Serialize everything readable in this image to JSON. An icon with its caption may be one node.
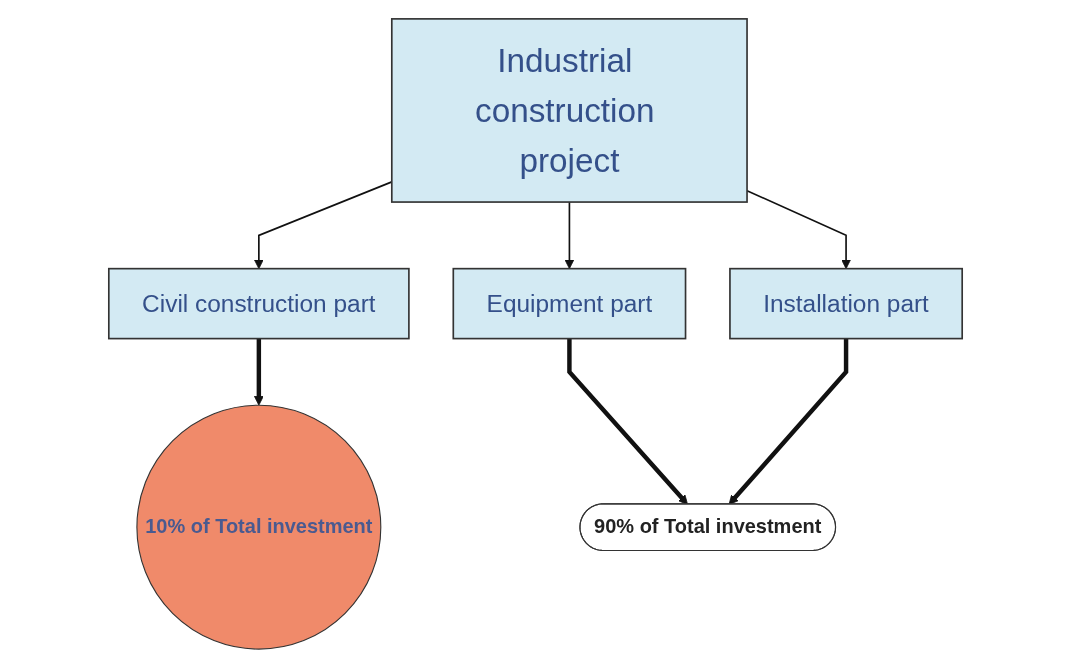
{
  "diagram": {
    "nodes": [
      {
        "text": [
          "Industrial construction project"
        ]
      },
      {
        "text": [
          "Civil construction part"
        ]
      },
      {
        "text": [
          "Equipment part"
        ]
      },
      {
        "text": [
          "Installation part"
        ]
      },
      {
        "text": [
          "10% of Total investment"
        ]
      },
      {
        "text": [
          "90% of Total investment"
        ]
      }
    ],
    "edges": [
      {
        "from": 0,
        "to": 1,
        "arrow": "to"
      },
      {
        "from": 0,
        "to": 2,
        "arrow": "to"
      },
      {
        "from": 0,
        "to": 3,
        "arrow": "to"
      },
      {
        "from": 1,
        "to": 4,
        "arrow": "to",
        "style": "thick"
      },
      {
        "from": 2,
        "to": 5,
        "arrow": "to",
        "style": "thick"
      },
      {
        "from": 3,
        "to": 5,
        "arrow": "to",
        "style": "thick"
      }
    ]
  }
}
